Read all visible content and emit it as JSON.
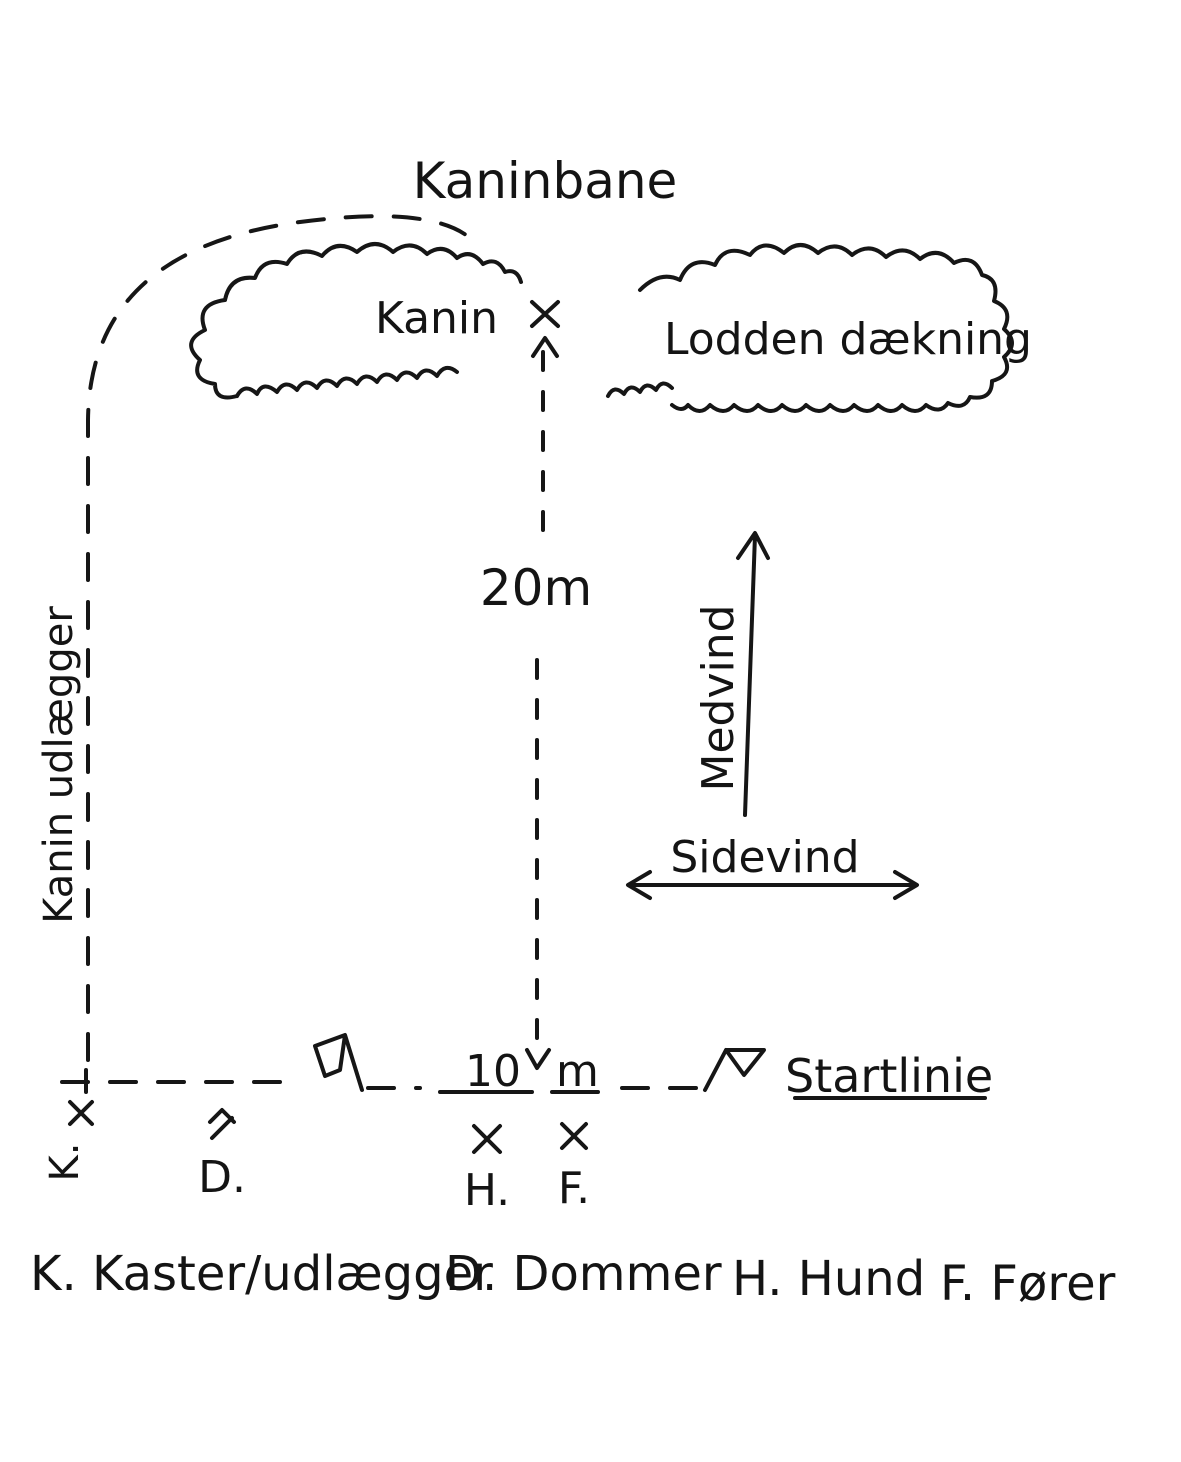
{
  "diagram": {
    "labels": {
      "rabbit_track": "Kaninbane",
      "rabbit": "Kanin",
      "cover": "Lodden dækning",
      "distance_20": "20m",
      "distance_10": "10",
      "distance_10_unit": "m",
      "tailwind": "Medvind",
      "crosswind": "Sidevind",
      "start_line": "Startlinie",
      "rabbit_placer": "Kanin udlægger"
    },
    "positions": {
      "thrower": "K.",
      "judge": "D.",
      "dog": "H.",
      "handler": "F."
    },
    "legend": {
      "thrower": "K. Kaster/udlægger",
      "judge": "D. Dommer",
      "dog": "H. Hund",
      "handler": "F. Fører"
    },
    "colors": {
      "ink": "#161616",
      "paper": "#ffffff"
    }
  }
}
